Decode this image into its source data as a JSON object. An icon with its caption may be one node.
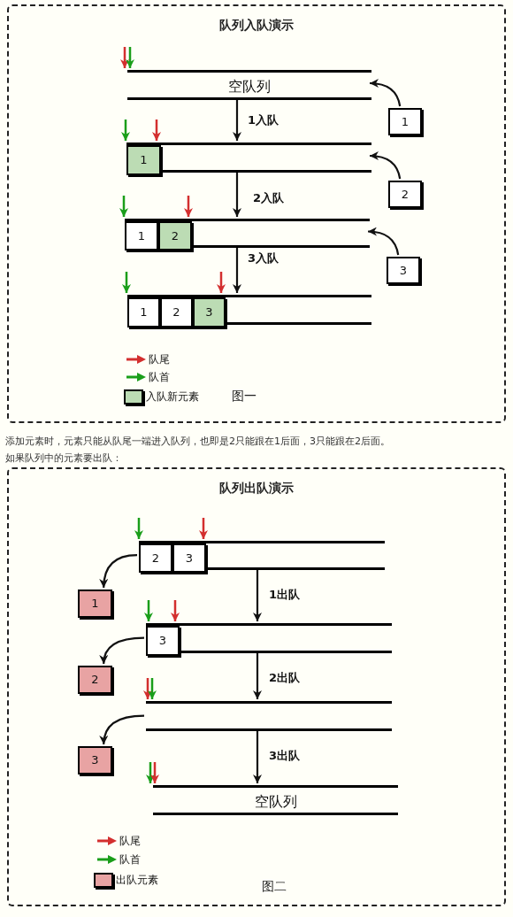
{
  "diagram": {
    "nodes": [
      {
        "text": [
          "队列入队演示"
        ]
      },
      {
        "text": [
          "空队列"
        ],
        "in": 0
      },
      {
        "text": [
          "1"
        ],
        "in": 0
      },
      {
        "text": [],
        "shape": "bar",
        "in": 0
      },
      {
        "text": [
          "1"
        ],
        "in": 3
      },
      {
        "text": [
          "2"
        ],
        "in": 0
      },
      {
        "text": [],
        "shape": "bar",
        "in": 0
      },
      {
        "text": [
          "1"
        ],
        "in": 6
      },
      {
        "text": [
          "2"
        ],
        "in": 6
      },
      {
        "text": [
          "3"
        ],
        "in": 0
      },
      {
        "text": [],
        "shape": "bar",
        "in": 0
      },
      {
        "text": [
          "1"
        ],
        "in": 10
      },
      {
        "text": [
          "2"
        ],
        "in": 10
      },
      {
        "text": [
          "3"
        ],
        "in": 10
      },
      {
        "text": [
          "队列出队演示"
        ]
      },
      {
        "text": [],
        "shape": "bar",
        "in": 14
      },
      {
        "text": [
          "2"
        ],
        "in": 15
      },
      {
        "text": [
          "3"
        ],
        "in": 15
      },
      {
        "text": [
          "1"
        ],
        "in": 14
      },
      {
        "text": [],
        "shape": "bar",
        "in": 14
      },
      {
        "text": [
          "3"
        ],
        "in": 19
      },
      {
        "text": [
          "2"
        ],
        "in": 14
      },
      {
        "text": [],
        "shape": "bar",
        "in": 14
      },
      {
        "text": [
          "3"
        ],
        "in": 14
      },
      {
        "text": [
          "空队列"
        ],
        "in": 14
      }
    ],
    "edges": [
      {
        "from": 2,
        "to": 1,
        "arrow": "to"
      },
      {
        "from": 1,
        "to": 3,
        "arrow": "to",
        "label": "1入队"
      },
      {
        "from": 5,
        "to": 3,
        "arrow": "to"
      },
      {
        "from": 3,
        "to": 6,
        "arrow": "to",
        "label": "2入队"
      },
      {
        "from": 9,
        "to": 6,
        "arrow": "to"
      },
      {
        "from": 6,
        "to": 10,
        "arrow": "to",
        "label": "3入队"
      },
      {
        "from": null,
        "to": 1,
        "arrow": "to",
        "color": "#d32f2f"
      },
      {
        "from": null,
        "to": 1,
        "arrow": "to",
        "color": "#1a9e1a"
      },
      {
        "from": null,
        "to": 4,
        "arrow": "to",
        "color": "#1a9e1a"
      },
      {
        "from": null,
        "to": 4,
        "arrow": "to",
        "color": "#d32f2f"
      },
      {
        "from": null,
        "to": 7,
        "arrow": "to",
        "color": "#1a9e1a"
      },
      {
        "from": null,
        "to": 8,
        "arrow": "to",
        "color": "#d32f2f"
      },
      {
        "from": null,
        "to": 11,
        "arrow": "to",
        "color": "#1a9e1a"
      },
      {
        "from": null,
        "to": 13,
        "arrow": "to",
        "color": "#d32f2f"
      },
      {
        "from": 15,
        "to": 18,
        "arrow": "to"
      },
      {
        "from": 15,
        "to": 19,
        "arrow": "to",
        "label": "1出队"
      },
      {
        "from": 19,
        "to": 21,
        "arrow": "to"
      },
      {
        "from": 19,
        "to": 22,
        "arrow": "to",
        "label": "2出队"
      },
      {
        "from": 22,
        "to": 23,
        "arrow": "to"
      },
      {
        "from": 22,
        "to": 24,
        "arrow": "to",
        "label": "3出队"
      },
      {
        "from": null,
        "to": 16,
        "arrow": "to",
        "color": "#1a9e1a"
      },
      {
        "from": null,
        "to": 17,
        "arrow": "to",
        "color": "#d32f2f"
      },
      {
        "from": null,
        "to": 20,
        "arrow": "to",
        "color": "#1a9e1a"
      },
      {
        "from": null,
        "to": 20,
        "arrow": "to",
        "color": "#d32f2f"
      },
      {
        "from": null,
        "to": 22,
        "arrow": "to",
        "color": "#d32f2f"
      },
      {
        "from": null,
        "to": 22,
        "arrow": "to",
        "color": "#1a9e1a"
      },
      {
        "from": null,
        "to": 24,
        "arrow": "to",
        "color": "#1a9e1a"
      },
      {
        "from": null,
        "to": 24,
        "arrow": "to",
        "color": "#d32f2f"
      }
    ],
    "labels": [
      "图一",
      "添加元素时，元素只能从队尾一端进入队列，也即是2只能跟在1后面，3只能跟在2后面。",
      "如果队列中的元素要出队：",
      "图二"
    ],
    "legend": [
      {
        "text": "队尾"
      },
      {
        "text": "队首"
      },
      {
        "text": "入队新元素",
        "color": "#bcdcb4"
      },
      {
        "text": "队尾"
      },
      {
        "text": "队首"
      },
      {
        "text": "出队元素",
        "color": "#e8a3a3"
      }
    ]
  }
}
